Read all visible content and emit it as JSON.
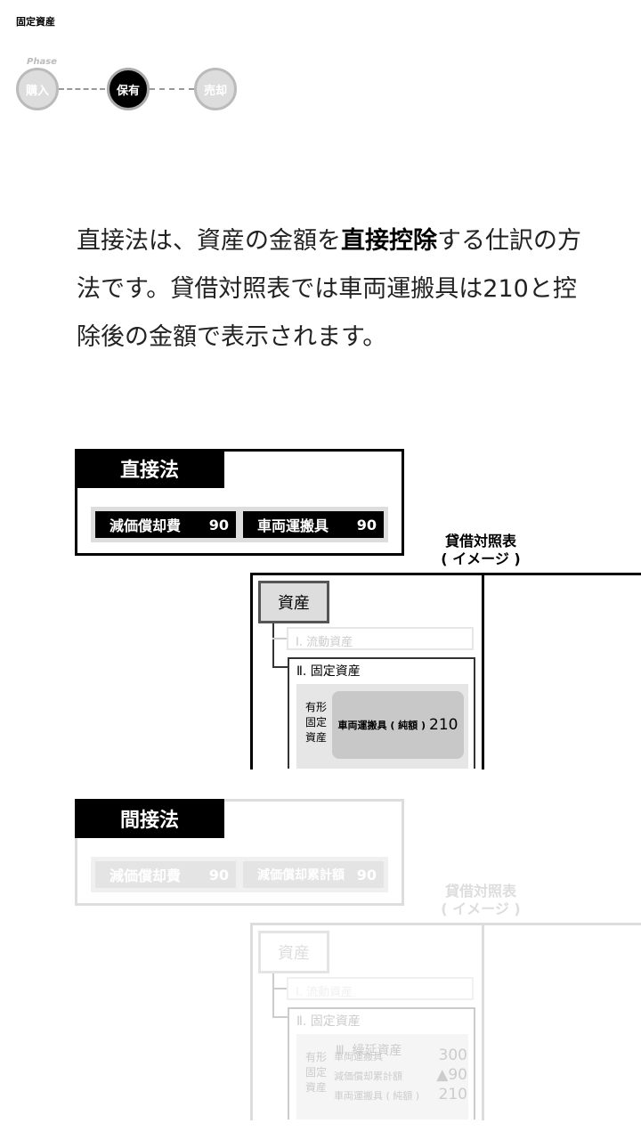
{
  "header": {
    "title": "固定資産"
  },
  "phase": {
    "label": "Phase",
    "steps": [
      {
        "label": "購入",
        "state": "inactive"
      },
      {
        "label": "保有",
        "state": "active"
      },
      {
        "label": "売却",
        "state": "inactive"
      }
    ]
  },
  "description": {
    "part1": "直接法は、資産の金額を",
    "emphasis": "直接控除",
    "part2": "する仕訳の方法です。貸借対照表では車両運搬具は210と控除後の金額で表示されます。"
  },
  "direct_method": {
    "title": "直接法",
    "entries": [
      {
        "account": "減価償却費",
        "amount": "90"
      },
      {
        "account": "車両運搬具",
        "amount": "90"
      }
    ],
    "balance_sheet": {
      "label_line1": "貸借対照表",
      "label_line2": "( イメージ )",
      "asset_heading": "資産",
      "current_assets": "Ⅰ. 流動資産",
      "fixed_assets": "Ⅱ. 固定資産",
      "tangible_label": "有形固定資産",
      "net_label": "車両運搬具 ( 純額 )",
      "net_value": "210"
    }
  },
  "indirect_method": {
    "title": "間接法",
    "entries": [
      {
        "account": "減価償却費",
        "amount": "90"
      },
      {
        "account": "減価償却累計額",
        "amount": "90"
      }
    ],
    "balance_sheet": {
      "label_line1": "貸借対照表",
      "label_line2": "( イメージ )",
      "asset_heading": "資産",
      "current_assets": "Ⅰ. 流動資産",
      "fixed_assets": "Ⅱ. 固定資産",
      "tangible_label": "有形固定資産",
      "ghost_heading": "Ⅲ. 繰延資産",
      "rows": [
        {
          "label": "車両運搬具",
          "value": "300"
        },
        {
          "label": "減価償却累計額",
          "value": "▲90"
        },
        {
          "label": "車両運搬具 ( 純額 )",
          "value": "210"
        }
      ]
    }
  }
}
